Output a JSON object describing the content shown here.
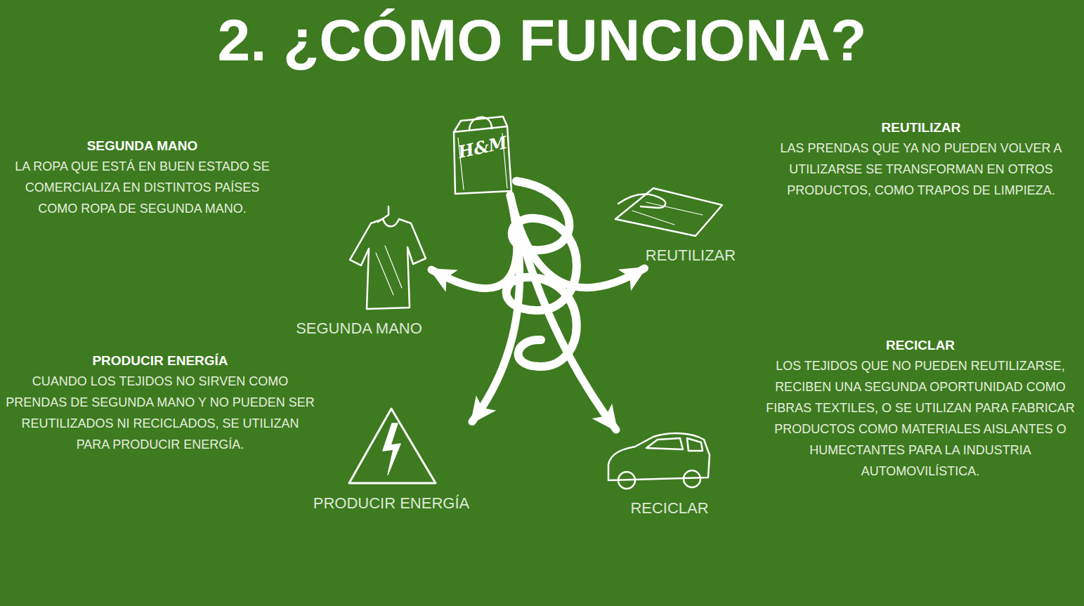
{
  "diagram": {
    "title": "2. ¿CÓMO FUNCIONA?",
    "nodes": [
      {
        "text": [
          "H&M"
        ]
      },
      {
        "text": [
          "SEGUNDA MANO"
        ]
      },
      {
        "text": [
          "REUTILIZAR"
        ]
      },
      {
        "text": [
          "PRODUCIR ENERGÍA"
        ]
      },
      {
        "text": [
          "RECICLAR"
        ]
      }
    ],
    "edges": [
      {
        "from": 0,
        "to": 1,
        "arrow": "to"
      },
      {
        "from": 0,
        "to": 2,
        "arrow": "to"
      },
      {
        "from": 0,
        "to": 3,
        "arrow": "to"
      },
      {
        "from": 0,
        "to": 4,
        "arrow": "to"
      }
    ],
    "labels": [
      "SEGUNDA MANO",
      "LA ROPA QUE ESTÁ EN BUEN ESTADO SE COMERCIALIZA EN DISTINTOS PAÍSES COMO ROPA DE SEGUNDA MANO.",
      "PRODUCIR ENERGÍA",
      "CUANDO LOS TEJIDOS NO SIRVEN COMO PRENDAS DE SEGUNDA MANO Y NO PUEDEN SER REUTILIZADOS NI RECICLADOS, SE UTILIZAN PARA PRODUCIR ENERGÍA.",
      "REUTILIZAR",
      "LAS PRENDAS QUE YA NO PUEDEN VOLVER A UTILIZARSE SE TRANSFORMAN EN OTROS PRODUCTOS, COMO TRAPOS DE LIMPIEZA.",
      "RECICLAR",
      "LOS TEJIDOS QUE NO PUEDEN REUTILIZARSE, RECIBEN UNA SEGUNDA OPORTUNIDAD COMO FIBRAS TEXTILES, O SE UTILIZAN PARA FABRICAR PRODUCTOS COMO MATERIALES AISLANTES O HUMECTANTES PARA LA INDUSTRIA AUTOMOVILÍSTICA."
    ]
  }
}
